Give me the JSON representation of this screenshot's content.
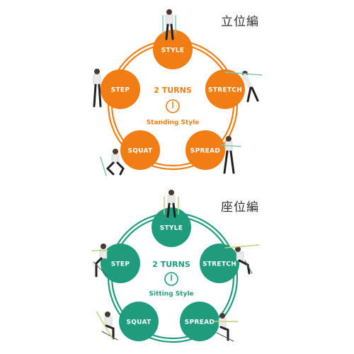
{
  "sections": [
    {
      "title": "立位編",
      "color": "#f07e14",
      "center_title": "2 TURNS",
      "center_subtitle": "Standing Style",
      "icon": "power-timer-icon",
      "steps": [
        "STYLE",
        "STRETCH",
        "SPREAD",
        "SQUAT",
        "STEP"
      ]
    },
    {
      "title": "座位編",
      "color": "#1f9c7d",
      "center_title": "2 TURNS",
      "center_subtitle": "Sitting Style",
      "icon": "power-timer-icon",
      "steps": [
        "STYLE",
        "STRETCH",
        "SPREAD",
        "SQUAT",
        "STEP"
      ]
    }
  ]
}
